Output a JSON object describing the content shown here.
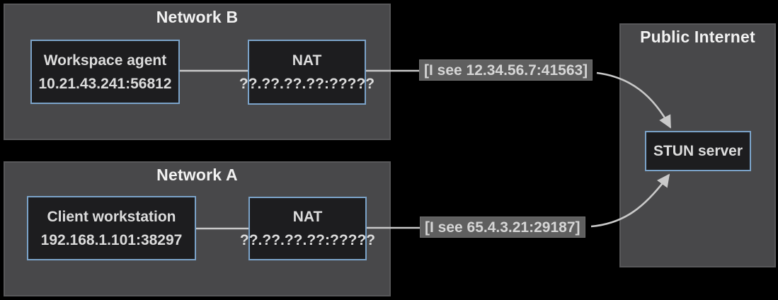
{
  "networks": [
    {
      "title": "Network B",
      "node": {
        "name": "Workspace agent",
        "address": "10.21.43.241:56812"
      },
      "nat": {
        "name": "NAT",
        "address": "??.??.??.??:?????"
      },
      "observed": "[I see 12.34.56.7:41563]"
    },
    {
      "title": "Network A",
      "node": {
        "name": "Client workstation",
        "address": "192.168.1.101:38297"
      },
      "nat": {
        "name": "NAT",
        "address": "??.??.??.??:?????"
      },
      "observed": "[I see 65.4.3.21:29187]"
    }
  ],
  "internet": {
    "title": "Public Internet",
    "server": "STUN server"
  },
  "colors": {
    "background": "#000000",
    "container_fill": "#48484a",
    "container_border": "#58585a",
    "node_fill": "#1d1d1f",
    "node_border": "#7ba3c9",
    "connector": "#c9c9c9",
    "label_fill": "#5f5f5f",
    "label_text": "#d6d6d6",
    "title_text": "#f2f2f2",
    "node_text": "#dcdcdc"
  }
}
